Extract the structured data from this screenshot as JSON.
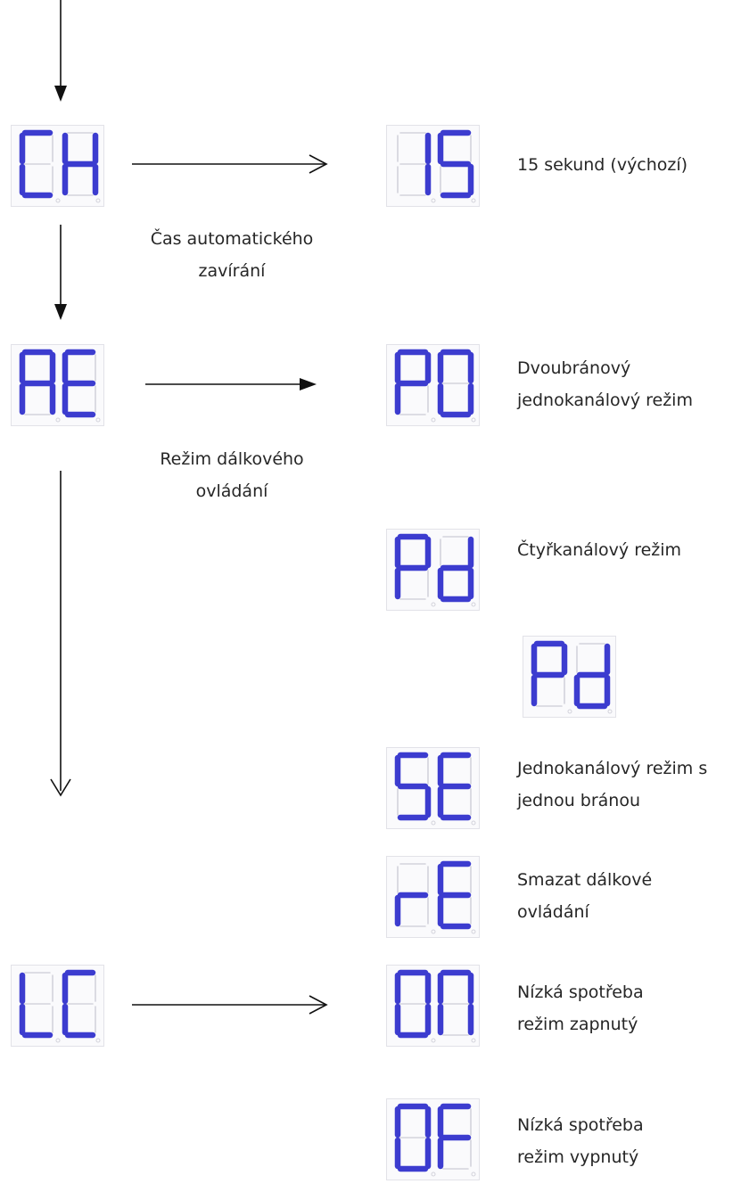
{
  "colors": {
    "segment_on": "#3c3ccf",
    "segment_off": "#d3d3db",
    "arrow": "#111111"
  },
  "displays": [
    {
      "id": "ch",
      "chars": [
        "C",
        "H"
      ]
    },
    {
      "id": "ae",
      "chars": [
        "A",
        "E"
      ]
    },
    {
      "id": "lc",
      "chars": [
        "L",
        "C"
      ]
    },
    {
      "id": "15",
      "chars": [
        "1",
        "5"
      ]
    },
    {
      "id": "p0",
      "chars": [
        "P",
        "0"
      ]
    },
    {
      "id": "pd1",
      "chars": [
        "P",
        "d"
      ]
    },
    {
      "id": "pd2",
      "chars": [
        "P",
        "d"
      ]
    },
    {
      "id": "se",
      "chars": [
        "S",
        "E"
      ]
    },
    {
      "id": "re",
      "chars": [
        "r",
        "E"
      ]
    },
    {
      "id": "on",
      "chars": [
        "0",
        "N"
      ]
    },
    {
      "id": "of",
      "chars": [
        "0",
        "F"
      ]
    }
  ],
  "labels": {
    "ch": [
      "Čas automatického",
      "zavírání"
    ],
    "ae": [
      "Režim dálkového",
      "ovládání"
    ]
  },
  "options": {
    "v15": [
      "15 sekund (výchozí)"
    ],
    "p0": [
      "Dvoubránový",
      "jednokanálový režim"
    ],
    "pd": [
      "Čtyřkanálový režim"
    ],
    "se": [
      "Jednokanálový režim s",
      "jednou bránou"
    ],
    "re": [
      "Smazat dálkové",
      "ovládání"
    ],
    "on": [
      "Nízká spotřeba",
      "režim zapnutý"
    ],
    "of": [
      "Nízká spotřeba",
      "režim vypnutý"
    ]
  }
}
